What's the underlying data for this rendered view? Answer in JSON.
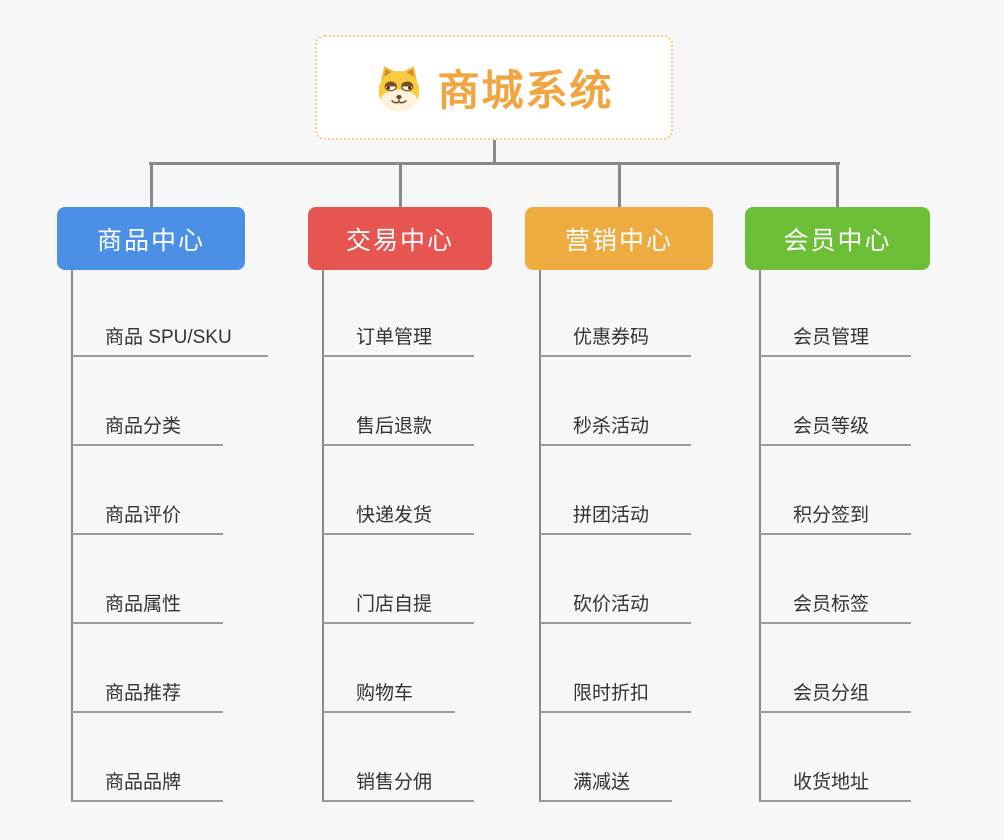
{
  "root": {
    "label": "商城系统",
    "icon": "doge-icon",
    "text_color": "#f0a540",
    "border_color": "#f6cc85",
    "background": "#ffffff"
  },
  "colors": {
    "canvas_background": "#f7f7f7",
    "connector": "#898989",
    "leaf_underline": "#9b9b9b",
    "leaf_text": "#333333"
  },
  "branches": [
    {
      "label": "商品中心",
      "color": "#4b90e6",
      "children": [
        "商品 SPU/SKU",
        "商品分类",
        "商品评价",
        "商品属性",
        "商品推荐",
        "商品品牌"
      ]
    },
    {
      "label": "交易中心",
      "color": "#e65550",
      "children": [
        "订单管理",
        "售后退款",
        "快递发货",
        "门店自提",
        "购物车",
        "销售分佣"
      ]
    },
    {
      "label": "营销中心",
      "color": "#edab40",
      "children": [
        "优惠券码",
        "秒杀活动",
        "拼团活动",
        "砍价活动",
        "限时折扣",
        "满减送"
      ]
    },
    {
      "label": "会员中心",
      "color": "#6cbe37",
      "children": [
        "会员管理",
        "会员等级",
        "积分签到",
        "会员标签",
        "会员分组",
        "收货地址"
      ]
    }
  ]
}
